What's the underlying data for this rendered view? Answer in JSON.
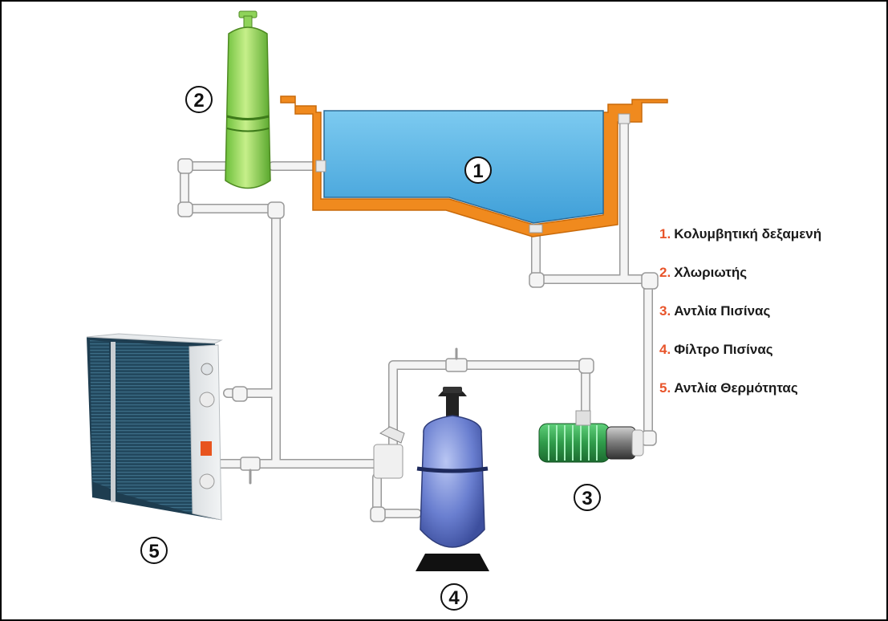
{
  "markers": {
    "pool": "1",
    "chlorinator": "2",
    "pump": "3",
    "filter": "4",
    "heat_pump": "5"
  },
  "legend": [
    {
      "num": "1.",
      "label": "Κολυμβητική δεξαμενή"
    },
    {
      "num": "2.",
      "label": "Χλωριωτής"
    },
    {
      "num": "3.",
      "label": "Αντλία Πισίνας"
    },
    {
      "num": "4.",
      "label": "Φίλτρο Πισίνας"
    },
    {
      "num": "5.",
      "label": "Αντλία Θερμότητας"
    }
  ],
  "colors": {
    "pool_wall": "#f08a1e",
    "water": "#6ec2ec",
    "chlorinator": "#8fd35a",
    "pump": "#2f9b4a",
    "filter": "#7a8fd8",
    "pipe": "#f2f2f2",
    "legend_number": "#e8542a"
  }
}
